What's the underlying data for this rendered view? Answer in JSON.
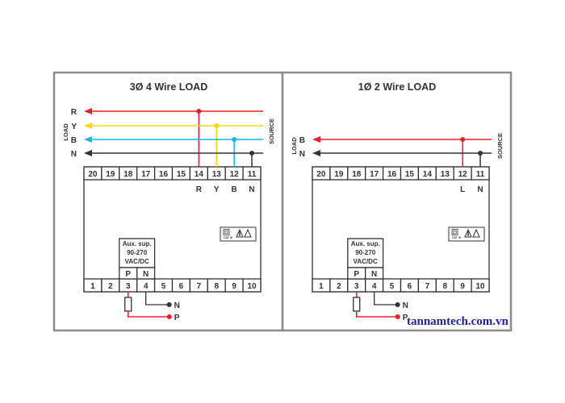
{
  "colors": {
    "frame": "#8c8c8c",
    "outline": "#333333",
    "red": "#e8202a",
    "yellow": "#f5d90a",
    "blue": "#1cb4e8",
    "neutral": "#333333",
    "watermark": "#1f1fa8"
  },
  "panels": [
    {
      "title": "3Ø 4 Wire LOAD",
      "side_left": "LOAD",
      "side_right": "SOURCE",
      "lines": [
        {
          "label": "R",
          "color": "red",
          "terminal": "14"
        },
        {
          "label": "Y",
          "color": "yellow",
          "terminal": "13"
        },
        {
          "label": "B",
          "color": "blue",
          "terminal": "12"
        },
        {
          "label": "N",
          "color": "neutral",
          "terminal": "11"
        }
      ],
      "top_terminals": [
        "20",
        "19",
        "18",
        "17",
        "16",
        "15",
        "14",
        "13",
        "12",
        "11"
      ],
      "top_terminal_labels": [
        "",
        "",
        "",
        "",
        "",
        "",
        "R",
        "Y",
        "B",
        "N"
      ],
      "bottom_terminals": [
        "1",
        "2",
        "3",
        "4",
        "5",
        "6",
        "7",
        "8",
        "9",
        "10"
      ],
      "aux": {
        "line1": "Aux. sup.",
        "line2": "90-270",
        "line3": "VAC/DC",
        "p": "P",
        "n": "N"
      },
      "supply": {
        "n_label": "N",
        "p_label": "P"
      },
      "cat_label": "CAT III"
    },
    {
      "title": "1Ø 2 Wire LOAD",
      "side_left": "LOAD",
      "side_right": "SOURCE",
      "lines": [
        {
          "label": "B",
          "color": "red",
          "terminal": "12"
        },
        {
          "label": "N",
          "color": "neutral",
          "terminal": "11"
        }
      ],
      "top_terminals": [
        "20",
        "19",
        "18",
        "17",
        "16",
        "15",
        "14",
        "13",
        "12",
        "11"
      ],
      "top_terminal_labels": [
        "",
        "",
        "",
        "",
        "",
        "",
        "",
        "",
        "L",
        "N"
      ],
      "bottom_terminals": [
        "1",
        "2",
        "3",
        "4",
        "5",
        "6",
        "7",
        "8",
        "9",
        "10"
      ],
      "aux": {
        "line1": "Aux. sup.",
        "line2": "90-270",
        "line3": "VAC/DC",
        "p": "P",
        "n": "N"
      },
      "supply": {
        "n_label": "N",
        "p_label": "P"
      },
      "cat_label": "CAT III"
    }
  ],
  "watermark": "tannamtech.com.vn"
}
